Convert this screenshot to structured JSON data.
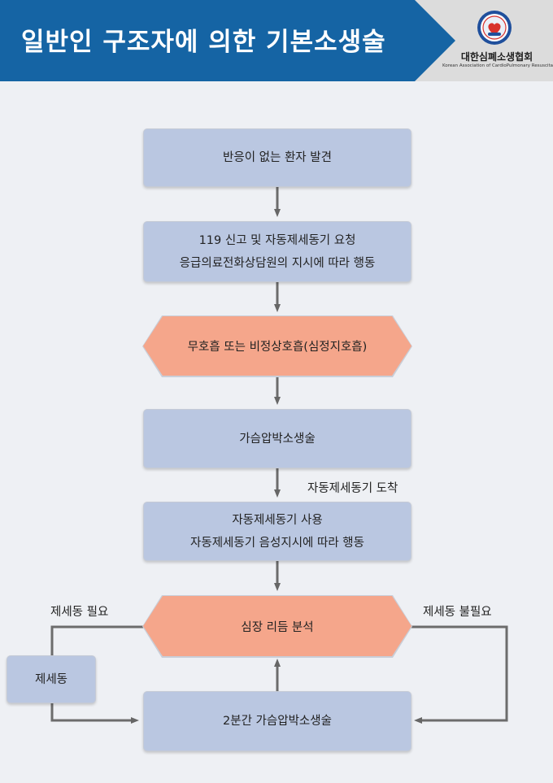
{
  "header": {
    "title": "일반인 구조자에 의한 기본소생술",
    "org_name": "대한심폐소생협회",
    "org_sub": "Korean Association of CardioPulmonary Resuscitation",
    "accent_color": "#1564a4"
  },
  "flow": {
    "step1": "반응이 없는 환자 발견",
    "step2_line1": "119 신고 및 자동제세동기 요청",
    "step2_line2": "응급의료전화상담원의 지시에 따라 행동",
    "step3": "무호흡 또는 비정상호흡(심정지호흡)",
    "step4": "가슴압박소생술",
    "aed_arrival": "자동제세동기 도착",
    "step5_line1": "자동제세동기 사용",
    "step5_line2": "자동제세동기 음성지시에 따라 행동",
    "step6": "심장 리듬 분석",
    "shock_needed": "제세동 필요",
    "shock_not_needed": "제세동 불필요",
    "shock": "제세동",
    "step7": "2분간 가슴압박소생술",
    "box_color": "#bac7e1",
    "highlight_color": "#f5a68b"
  }
}
